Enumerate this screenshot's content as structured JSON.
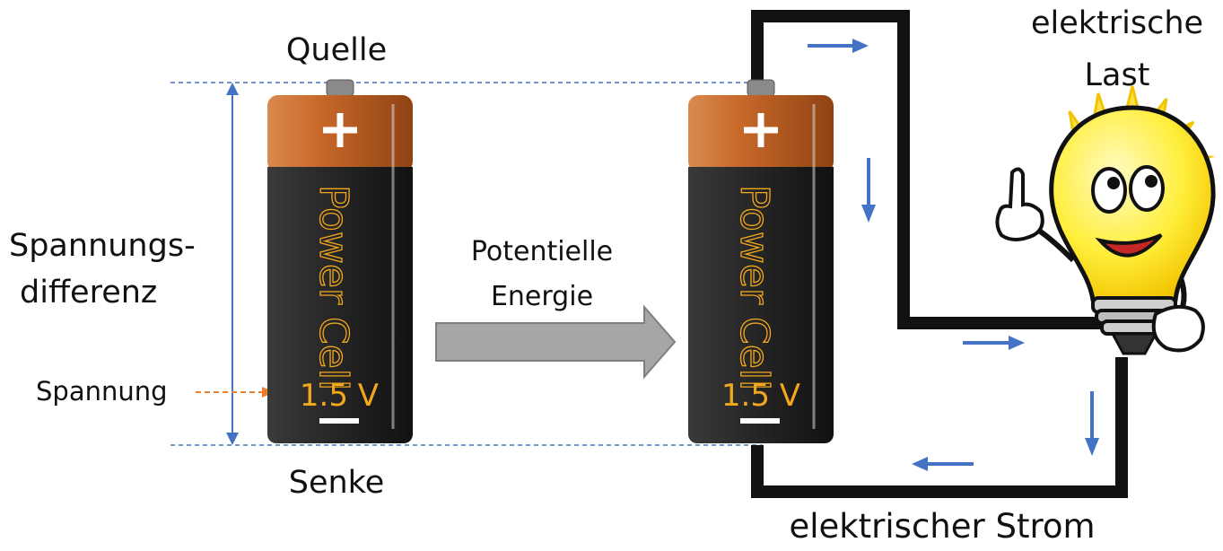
{
  "labels": {
    "source": "Quelle",
    "sink": "Senke",
    "difference_line1": "Spannungs-",
    "difference_line2": "differenz",
    "voltage": "Spannung",
    "energy_line1": "Potentielle",
    "energy_line2": "Energie",
    "load_line1": "elektrische",
    "load_line2": "Last",
    "current": "elektrischer Strom"
  },
  "battery": {
    "brand": "Power Cell",
    "voltage": "1.5 V",
    "plus": "+"
  },
  "colors": {
    "battery_top": "#c8692a",
    "battery_body": "#2b2b2b",
    "battery_text": "#f2a81d",
    "wire": "#111111",
    "flow_arrow": "#4472c4",
    "guide_line": "#4472c4",
    "voltage_pointer": "#ed7d31",
    "energy_arrow": "#a6a6a6",
    "bulb": "#ffeb3b"
  }
}
